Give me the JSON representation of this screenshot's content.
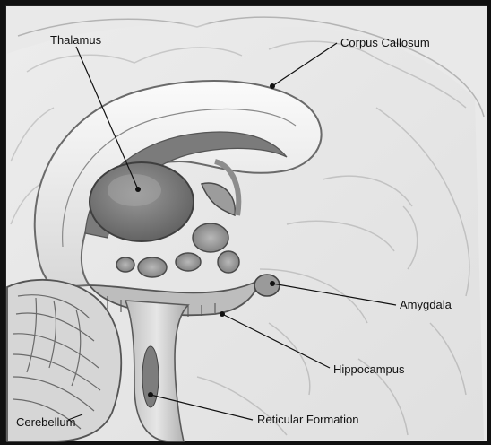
{
  "labels": {
    "thalamus": "Thalamus",
    "corpus_callosum": "Corpus Callosum",
    "amygdala": "Amygdala",
    "hippocampus": "Hippocampus",
    "reticular_formation": "Reticular Formation",
    "cerebellum": "Cerebellum"
  },
  "colors": {
    "background_border": "#111111",
    "panel": "#e9e9e9",
    "ink": "#111111"
  }
}
